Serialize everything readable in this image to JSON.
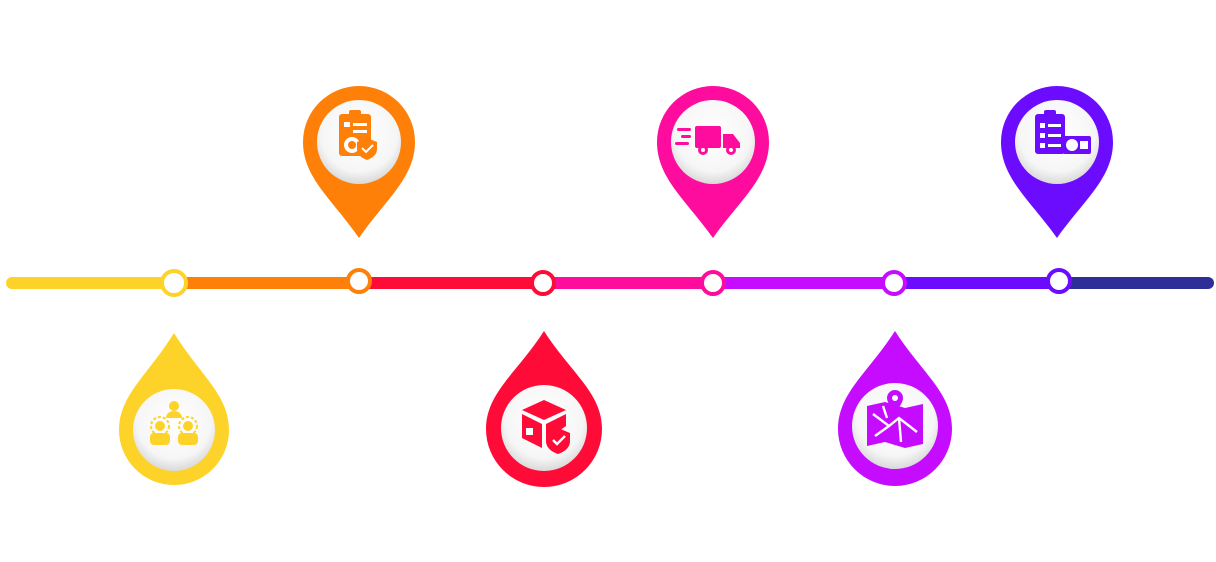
{
  "timeline": {
    "segments": [
      {
        "name": "segment-1",
        "color": "#FDD329"
      },
      {
        "name": "segment-2",
        "color": "#FE8009"
      },
      {
        "name": "segment-3",
        "color": "#FE0C37"
      },
      {
        "name": "segment-4",
        "color": "#FE0C9E"
      },
      {
        "name": "segment-5",
        "color": "#C50CFF"
      },
      {
        "name": "segment-6",
        "color": "#6C0CFF"
      },
      {
        "name": "segment-7",
        "color": "#2E2E99"
      }
    ],
    "stages": [
      {
        "icon": "team-meeting-icon",
        "color": "#FDD329",
        "pin": "below"
      },
      {
        "icon": "clipboard-settings-icon",
        "color": "#FE8009",
        "pin": "above"
      },
      {
        "icon": "secure-package-icon",
        "color": "#FE0C37",
        "pin": "below"
      },
      {
        "icon": "delivery-truck-icon",
        "color": "#FE0C9E",
        "pin": "above"
      },
      {
        "icon": "map-location-icon",
        "color": "#C50CFF",
        "pin": "below"
      },
      {
        "icon": "checklist-payment-icon",
        "color": "#6C0CFF",
        "pin": "above"
      }
    ]
  }
}
